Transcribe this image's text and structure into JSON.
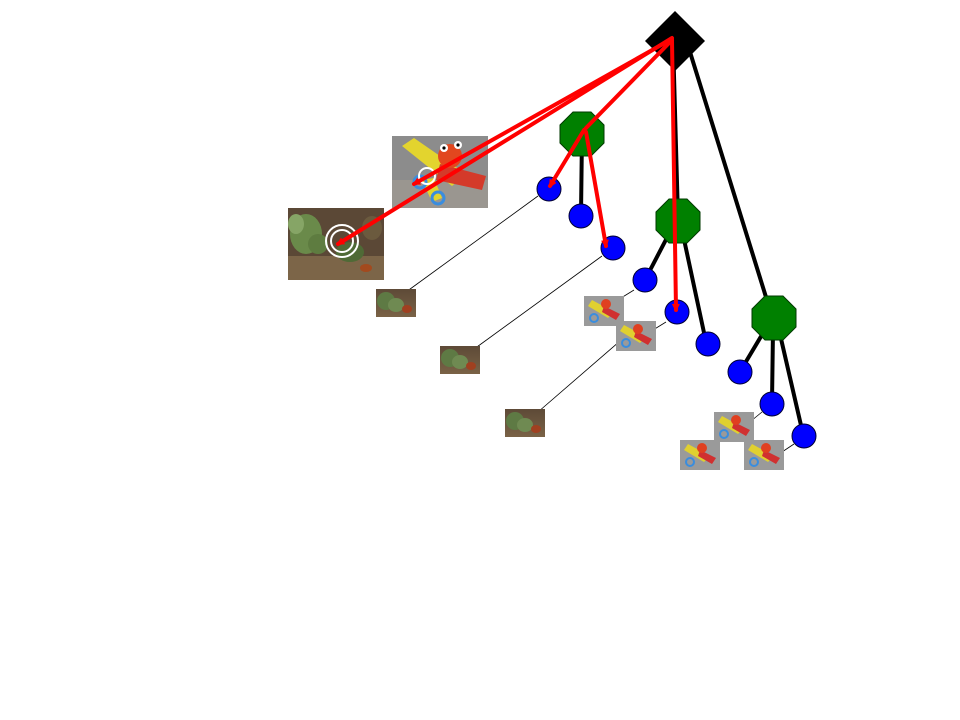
{
  "colors": {
    "root": "#000000",
    "internal_node": "#008000",
    "leaf_node": "#0000ff",
    "tree_edge": "#000000",
    "traversal_arrow": "#ff0000",
    "connector": "#000000",
    "feature_ring_white": "#ffffff",
    "feature_ring_blue": "#3a8dde"
  },
  "tree": {
    "root": {
      "shape": "diamond",
      "icon": "root-diamond-icon"
    },
    "internal_nodes": [
      {
        "id": "n1",
        "shape": "octagon",
        "leaves": [
          "l1",
          "l2"
        ]
      },
      {
        "id": "n2",
        "shape": "octagon",
        "leaves": [
          "l3",
          "l4",
          "l5"
        ]
      },
      {
        "id": "n3",
        "shape": "octagon",
        "leaves": [
          "l6",
          "l7",
          "l8"
        ]
      }
    ],
    "leaves": [
      "l1",
      "l2",
      "l3",
      "l4",
      "l5",
      "l6",
      "l7",
      "l8"
    ]
  },
  "thumbnails": {
    "query_images": [
      "garden-photo-query",
      "toy-plane-photo-query"
    ],
    "leaf_images": {
      "l1": [
        "garden-thumbnail"
      ],
      "l2": [
        "garden-thumbnail"
      ],
      "l3": [
        "garden-thumbnail"
      ],
      "l4": [
        "toy-plane-thumbnail",
        "toy-plane-thumbnail"
      ],
      "l7": [
        "toy-plane-thumbnail",
        "toy-plane-thumbnail"
      ],
      "l8": [
        "toy-plane-thumbnail"
      ]
    }
  }
}
